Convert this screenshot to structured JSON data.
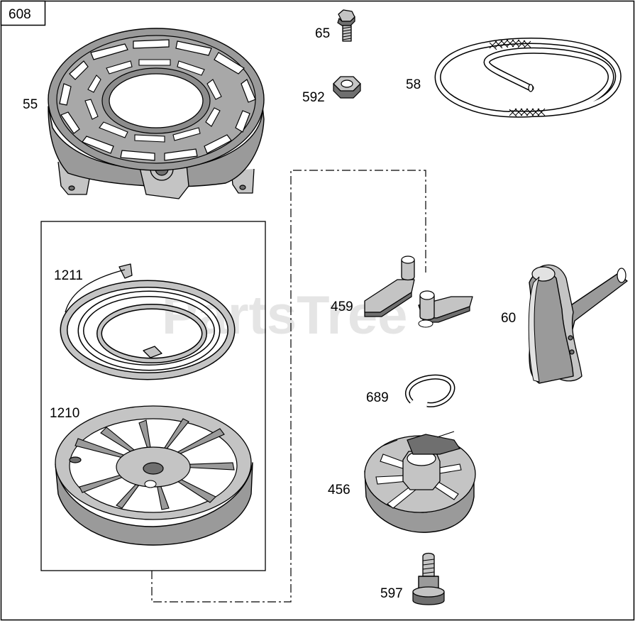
{
  "diagram": {
    "page_number": "608",
    "watermark": "PartsTree",
    "callouts": {
      "p55": "55",
      "p65": "65",
      "p592": "592",
      "p58": "58",
      "p1211": "1211",
      "p1210": "1210",
      "p459": "459",
      "p60": "60",
      "p689": "689",
      "p456": "456",
      "p597": "597"
    }
  }
}
